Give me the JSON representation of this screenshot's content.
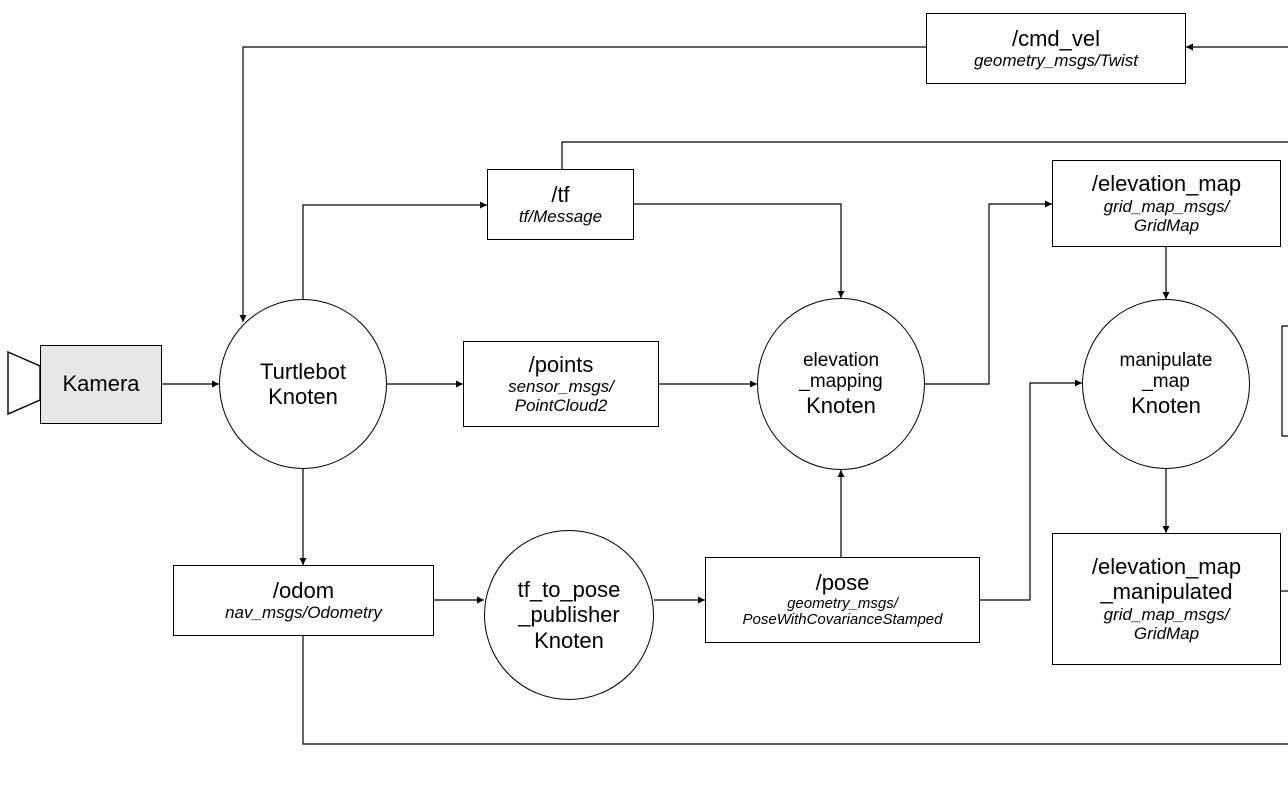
{
  "camera": {
    "label": "Kamera"
  },
  "nodes": {
    "turtlebot": {
      "line1": "Turtlebot",
      "line2": "Knoten"
    },
    "elevation_mapping": {
      "line1": "elevation",
      "line2": "_mapping",
      "line3": "Knoten"
    },
    "manipulate_map": {
      "line1": "manipulate",
      "line2": "_map",
      "line3": "Knoten"
    },
    "tf_to_pose": {
      "line1": "tf_to_pose",
      "line2": "_publisher",
      "line3": "Knoten"
    }
  },
  "topics": {
    "cmd_vel": {
      "name": "/cmd_vel",
      "msg": "geometry_msgs/Twist"
    },
    "tf": {
      "name": "/tf",
      "msg": "tf/Message"
    },
    "elevation_map": {
      "name": "/elevation_map",
      "msg1": "grid_map_msgs/",
      "msg2": "GridMap"
    },
    "points": {
      "name": "/points",
      "msg1": "sensor_msgs/",
      "msg2": "PointCloud2"
    },
    "odom": {
      "name": "/odom",
      "msg": "nav_msgs/Odometry"
    },
    "pose": {
      "name": "/pose",
      "msg1": "geometry_msgs/",
      "msg2": "PoseWithCovarianceStamped"
    },
    "elevation_map_manipulated": {
      "name1": "/elevation_map",
      "name2": "_manipulated",
      "msg1": "grid_map_msgs/",
      "msg2": "GridMap"
    }
  }
}
